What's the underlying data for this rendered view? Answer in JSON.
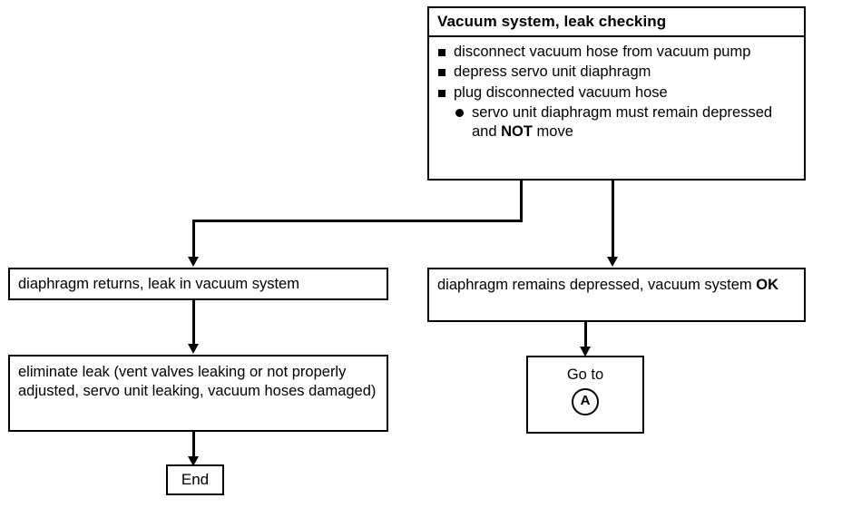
{
  "diagram": {
    "type": "flowchart",
    "title": "Vacuum system, leak checking",
    "nodes": {
      "procedure": {
        "title": "Vacuum system, leak checking",
        "steps": [
          "disconnect vacuum hose from vacuum pump",
          "depress servo unit diaphragm",
          "plug disconnected vacuum hose"
        ],
        "substep_prefix": "servo unit diaphragm must remain depressed and ",
        "substep_emphasis": "NOT",
        "substep_suffix": " move"
      },
      "leak_result": {
        "text": "diaphragm returns, leak in vacuum system"
      },
      "ok_result": {
        "prefix": "diaphragm remains depressed, vacuum system ",
        "emphasis": "OK"
      },
      "eliminate": {
        "text": "eliminate leak (vent valves leaking or not properly adjusted, servo unit leaking, vacuum hoses damaged)"
      },
      "goto": {
        "label": "Go to",
        "reference": "A"
      },
      "end": {
        "label": "End"
      }
    },
    "colors": {
      "stroke": "#000000",
      "background": "#ffffff",
      "text": "#000000"
    }
  }
}
